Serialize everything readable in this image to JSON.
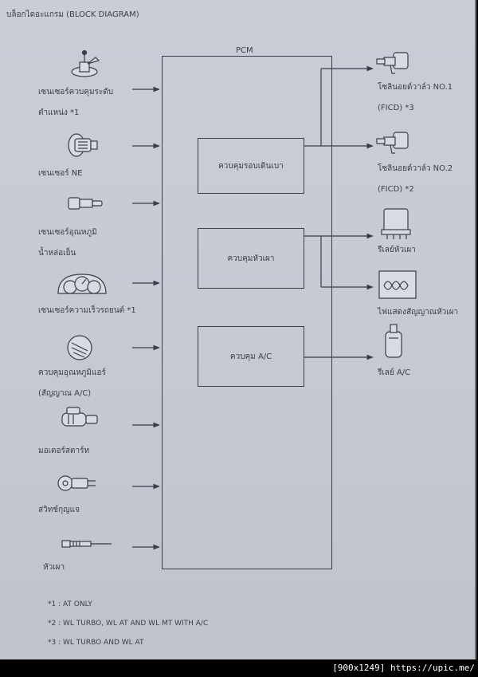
{
  "title": "บล็อกไดอะแกรม (BLOCK DIAGRAM)",
  "pcm_label": "PCM",
  "inputs": [
    {
      "label_1": "เซนเซอร์ควบคุมระดับ",
      "label_2": "ตำแหน่ง *1",
      "icon": "lever-sensor-icon"
    },
    {
      "label_1": "เซนเซอร์ NE",
      "icon": "ne-sensor-icon"
    },
    {
      "label_1": "เซนเซอร์อุณหภูมิ",
      "label_2": "น้ำหล่อเย็น",
      "icon": "temp-sensor-icon"
    },
    {
      "label_1": "เซนเซอร์ความเร็วรถยนต์ *1",
      "icon": "speedometer-icon"
    },
    {
      "label_1": "ควบคุมอุณหภูมิแอร์",
      "label_2": "(สัญญาณ A/C)",
      "icon": "ac-switch-icon"
    },
    {
      "label_1": "มอเตอร์สตาร์ท",
      "icon": "starter-motor-icon"
    },
    {
      "label_1": "สวิทช์กุญแจ",
      "icon": "ignition-switch-icon"
    },
    {
      "label_1": "หัวเผา",
      "icon": "glow-plug-icon"
    }
  ],
  "controls": [
    {
      "label": "ควบคุมรอบเดินเบา"
    },
    {
      "label": "ควบคุมหัวเผา"
    },
    {
      "label": "ควบคุม A/C"
    }
  ],
  "outputs": [
    {
      "label_1": "โซลินอยด์วาล์ว NO.1",
      "label_2": "(FICD) *3",
      "icon": "solenoid-valve-icon"
    },
    {
      "label_1": "โซลินอยด์วาล์ว NO.2",
      "label_2": "(FICD) *2",
      "icon": "solenoid-valve-icon"
    },
    {
      "label_1": "รีเลย์หัวเผา",
      "icon": "relay-icon"
    },
    {
      "label_1": "ไฟแสดงสัญญาณหัวเผา",
      "icon": "glow-indicator-icon"
    },
    {
      "label_1": "รีเลย์ A/C",
      "icon": "ac-relay-icon"
    }
  ],
  "footnotes": [
    "*1  :  AT  ONLY",
    "*2  :  WL TURBO, WL AT AND WL MT WITH A/C",
    "*3  :  WL TURBO AND WL AT"
  ],
  "watermark": "[900x1249] https://upic.me/"
}
